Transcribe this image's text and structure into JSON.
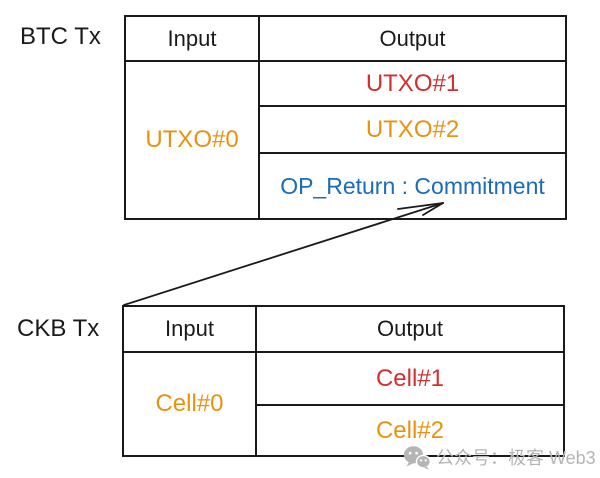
{
  "colors": {
    "ink": "#1a1a1a",
    "orange": "#e8930e",
    "red": "#d32f2f",
    "blue": "#1b6cb8",
    "watermark": "#b5b5b5"
  },
  "btc_table": {
    "label": "BTC Tx",
    "headers": {
      "input": "Input",
      "output": "Output"
    },
    "input_cell": "UTXO#0",
    "output_rows": [
      "UTXO#1",
      "UTXO#2",
      "OP_Return : Commitment"
    ]
  },
  "ckb_table": {
    "label": "CKB Tx",
    "headers": {
      "input": "Input",
      "output": "Output"
    },
    "input_cell": "Cell#0",
    "output_rows": [
      "Cell#1",
      "Cell#2"
    ]
  },
  "arrow": {
    "from": "CKB Tx table top-left corner",
    "to": "OP_Return : Commitment cell"
  },
  "watermark": {
    "icon": "wechat-icon",
    "text": "公众号：极客 Web3"
  }
}
